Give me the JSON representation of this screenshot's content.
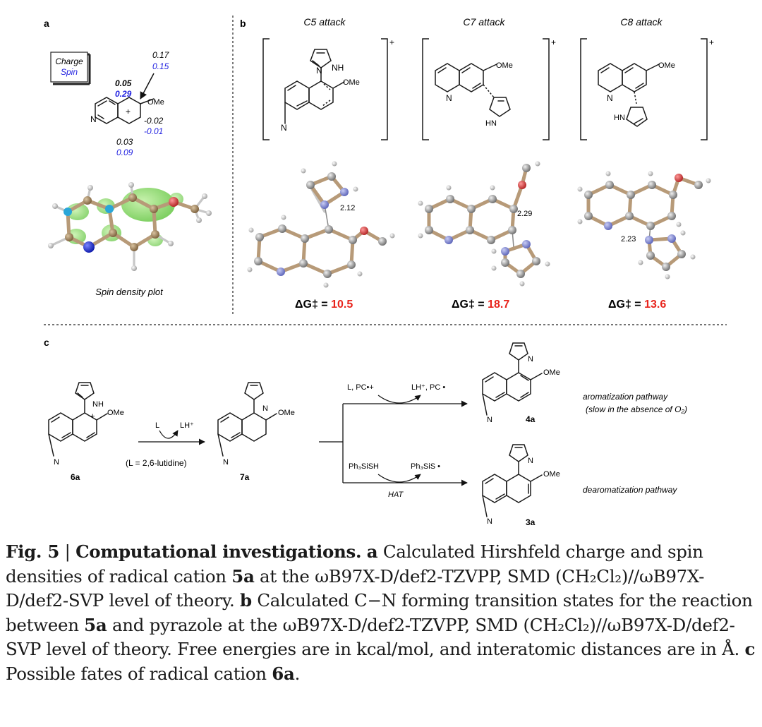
{
  "panels": {
    "a": {
      "label": "a",
      "legend": {
        "charge": "Charge",
        "spin": "Spin"
      },
      "values": {
        "top_right_charge": "0.17",
        "top_right_spin": "0.15",
        "c5_charge": "0.05",
        "c5_spin": "0.29",
        "c6_right_charge": "-0.02",
        "c6_right_spin": "-0.01",
        "c8_charge": "0.03",
        "c8_spin": "0.09"
      },
      "ome": "OMe",
      "n": "N",
      "plus": "+",
      "plot_caption": "Spin density plot"
    },
    "b": {
      "label": "b",
      "columns": [
        {
          "title": "C5 attack",
          "nh": "NH",
          "ome": "OMe",
          "charge": "+",
          "distance": "2.12",
          "dg_label": "ΔG‡ = ",
          "dg_value": "10.5"
        },
        {
          "title": "C7 attack",
          "nh": "HN",
          "ome": "OMe",
          "charge": "+",
          "distance": "2.29",
          "dg_label": "ΔG‡ = ",
          "dg_value": "18.7"
        },
        {
          "title": "C8 attack",
          "nh": "HN",
          "ome": "OMe",
          "charge": "+",
          "distance": "2.23",
          "dg_label": "ΔG‡ = ",
          "dg_value": "13.6"
        }
      ]
    },
    "c": {
      "label": "c",
      "compound_6a": "6a",
      "compound_7a": "7a",
      "compound_4a": "4a",
      "compound_3a": "3a",
      "step1_reagent": "L",
      "step1_product": "LH⁺",
      "lutidine_note": "(L = 2,6-lutidine)",
      "top_reagents": "L, PC•+",
      "top_products": "LH⁺,   PC •",
      "bottom_reagent": "Ph₃SiSH",
      "bottom_product": "Ph₃SiS •",
      "hat": "HAT",
      "aromatization": "aromatization pathway",
      "aromatization_note": "(slow in the absence of O₂)",
      "dearomatization": "dearomatization pathway",
      "ome": "OMe",
      "nh": "NH",
      "n": "N"
    }
  },
  "caption": {
    "fig": "Fig. 5",
    "sep": " | ",
    "title": "Computational investigations.",
    "a_label": "a",
    "a_text_1": " Calculated Hirshfeld charge and spin densities of radical cation ",
    "a_cmpd": "5a",
    "a_text_2": " at the ωB97X-D/def2-TZVPP, SMD (CH₂Cl₂)//ωB97X-D/def2-SVP level of theory. ",
    "b_label": "b",
    "b_text_1": " Calculated C−N forming transition states for the reaction between ",
    "b_cmpd": "5a",
    "b_text_2": " and pyrazole at the ωB97X-D/def2-TZVPP, SMD (CH₂Cl₂)//ωB97X-D/def2-SVP level of theory. Free energies are in kcal/mol, and interatomic distances are in Å. ",
    "c_label": "c",
    "c_text": " Possible fates of radical cation ",
    "c_cmpd": "6a",
    "c_end": "."
  },
  "colors": {
    "spin_blue": "#1f1fe0",
    "energy_red": "#e8241c",
    "nitrogen": "#2436c8",
    "oxygen": "#e04040"
  }
}
